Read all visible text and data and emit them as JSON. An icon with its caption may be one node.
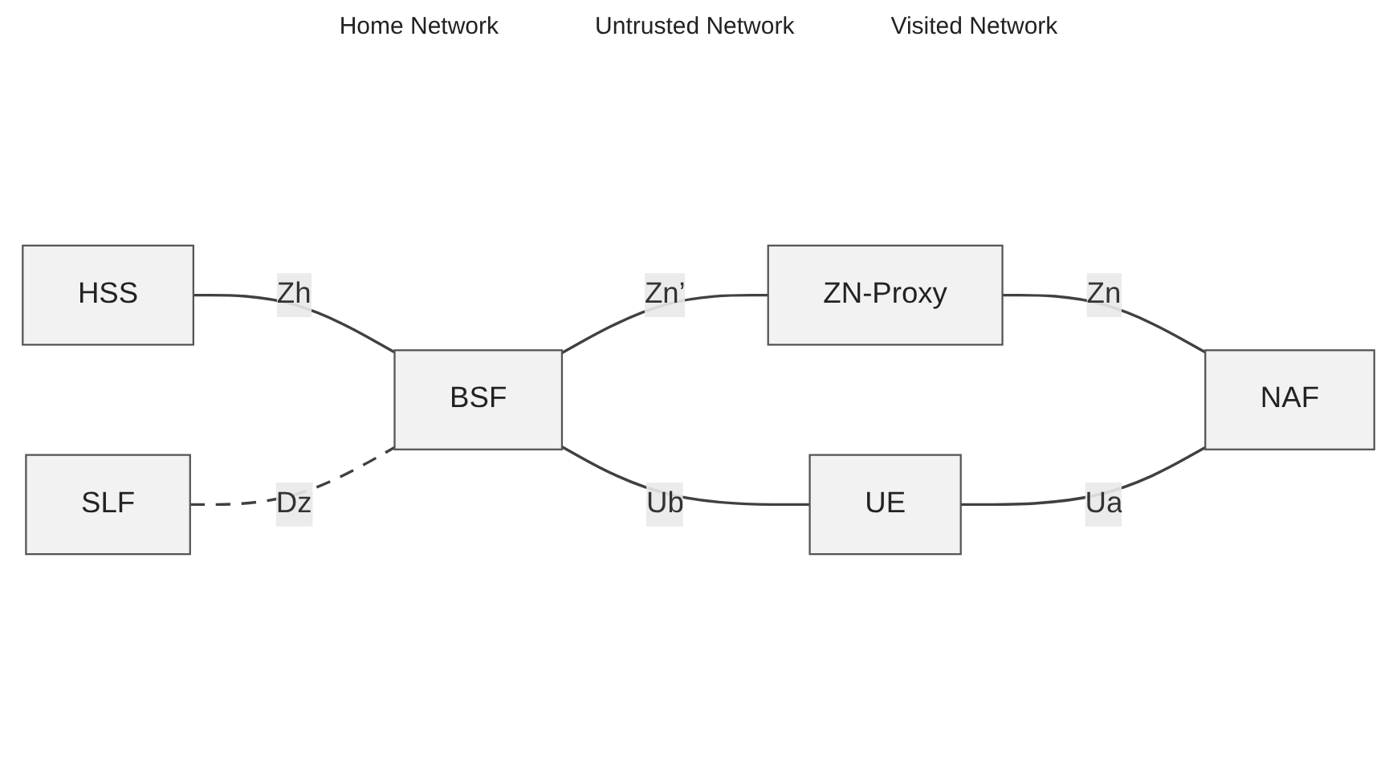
{
  "diagram": {
    "nodes": [
      {
        "text": [
          "HSS"
        ]
      },
      {
        "text": [
          "SLF"
        ]
      },
      {
        "text": [
          "BSF"
        ]
      },
      {
        "text": [
          "ZN-Proxy"
        ]
      },
      {
        "text": [
          "NAF"
        ]
      },
      {
        "text": [
          "UE"
        ]
      }
    ],
    "edges": [
      {
        "from": 0,
        "to": 2,
        "arrow": "none",
        "label": "Zh"
      },
      {
        "from": 1,
        "to": 2,
        "arrow": "none",
        "label": "Dz",
        "style": "dashed"
      },
      {
        "from": 2,
        "to": 3,
        "arrow": "none",
        "label": "Zn’"
      },
      {
        "from": 3,
        "to": 4,
        "arrow": "none",
        "label": "Zn"
      },
      {
        "from": 2,
        "to": 5,
        "arrow": "none",
        "label": "Ub"
      },
      {
        "from": 5,
        "to": 4,
        "arrow": "none",
        "label": "Ua"
      }
    ],
    "labels": [
      "Home Network",
      "Untrusted Network",
      "Visited Network"
    ]
  }
}
